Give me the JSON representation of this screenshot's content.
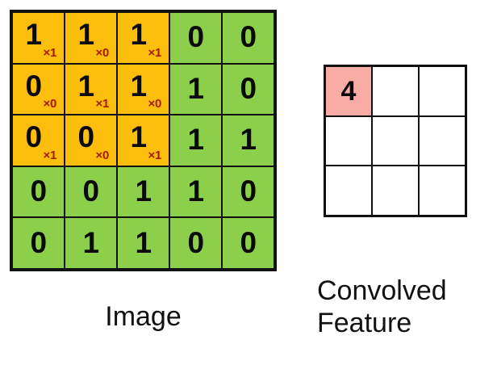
{
  "image_panel": {
    "caption": "Image",
    "colors": {
      "kernel_cell": "#FBBE0D",
      "plain_cell": "#8CCF4B",
      "border": "#111111",
      "subscript": "#A81A08",
      "value": "#0A0A0A"
    },
    "grid": {
      "rows": 5,
      "cols": 5,
      "cells": [
        [
          {
            "value": "1",
            "sub": "×1",
            "kernel": true
          },
          {
            "value": "1",
            "sub": "×0",
            "kernel": true
          },
          {
            "value": "1",
            "sub": "×1",
            "kernel": true
          },
          {
            "value": "0",
            "sub": "",
            "kernel": false
          },
          {
            "value": "0",
            "sub": "",
            "kernel": false
          }
        ],
        [
          {
            "value": "0",
            "sub": "×0",
            "kernel": true
          },
          {
            "value": "1",
            "sub": "×1",
            "kernel": true
          },
          {
            "value": "1",
            "sub": "×0",
            "kernel": true
          },
          {
            "value": "1",
            "sub": "",
            "kernel": false
          },
          {
            "value": "0",
            "sub": "",
            "kernel": false
          }
        ],
        [
          {
            "value": "0",
            "sub": "×1",
            "kernel": true
          },
          {
            "value": "0",
            "sub": "×0",
            "kernel": true
          },
          {
            "value": "1",
            "sub": "×1",
            "kernel": true
          },
          {
            "value": "1",
            "sub": "",
            "kernel": false
          },
          {
            "value": "1",
            "sub": "",
            "kernel": false
          }
        ],
        [
          {
            "value": "0",
            "sub": "",
            "kernel": false
          },
          {
            "value": "0",
            "sub": "",
            "kernel": false
          },
          {
            "value": "1",
            "sub": "",
            "kernel": false
          },
          {
            "value": "1",
            "sub": "",
            "kernel": false
          },
          {
            "value": "0",
            "sub": "",
            "kernel": false
          }
        ],
        [
          {
            "value": "0",
            "sub": "",
            "kernel": false
          },
          {
            "value": "1",
            "sub": "",
            "kernel": false
          },
          {
            "value": "1",
            "sub": "",
            "kernel": false
          },
          {
            "value": "0",
            "sub": "",
            "kernel": false
          },
          {
            "value": "0",
            "sub": "",
            "kernel": false
          }
        ]
      ]
    }
  },
  "feature_panel": {
    "caption": "Convolved\nFeature",
    "colors": {
      "highlight_cell": "#F7ACA6",
      "plain_cell": "#FFFFFF",
      "border": "#111111",
      "value": "#0A0A0A"
    },
    "grid": {
      "rows": 3,
      "cols": 3,
      "cells": [
        [
          {
            "value": "4",
            "highlight": true
          },
          {
            "value": "",
            "highlight": false
          },
          {
            "value": "",
            "highlight": false
          }
        ],
        [
          {
            "value": "",
            "highlight": false
          },
          {
            "value": "",
            "highlight": false
          },
          {
            "value": "",
            "highlight": false
          }
        ],
        [
          {
            "value": "",
            "highlight": false
          },
          {
            "value": "",
            "highlight": false
          },
          {
            "value": "",
            "highlight": false
          }
        ]
      ]
    }
  }
}
